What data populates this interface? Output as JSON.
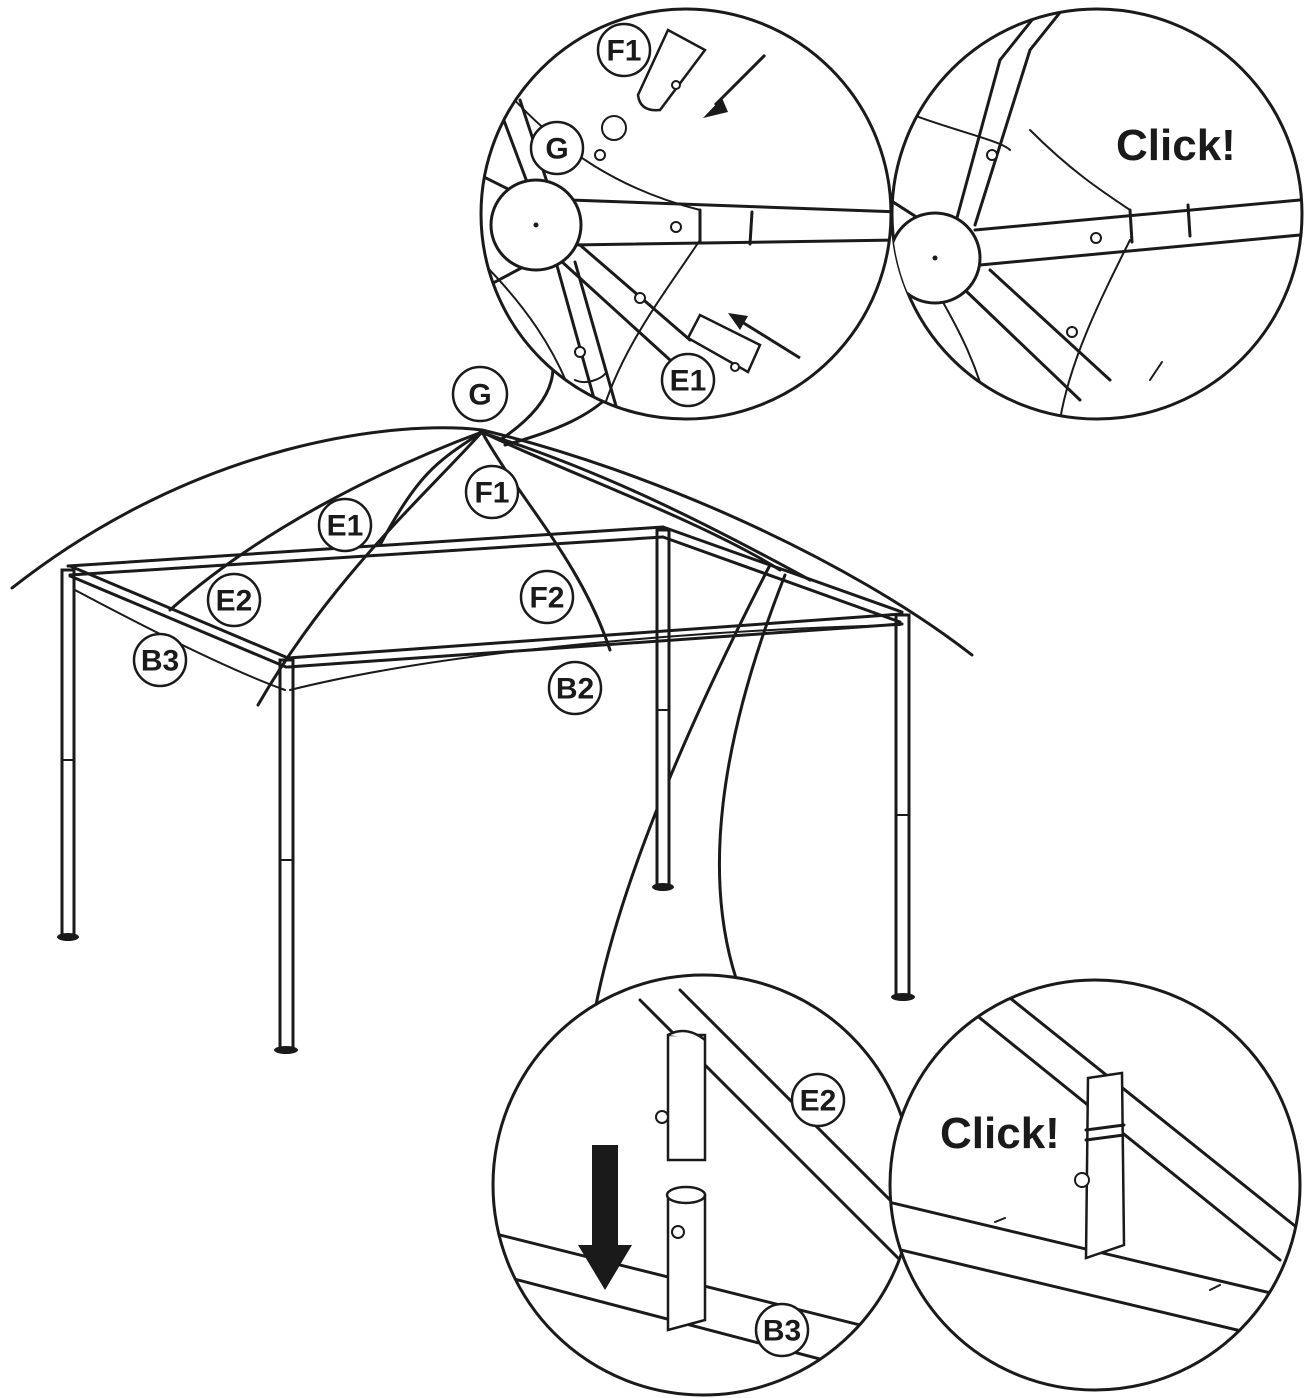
{
  "labels": {
    "hub_main": "G",
    "rafter_e1": "E1",
    "rafter_f1": "F1",
    "rafter_e2": "E2",
    "rafter_f2": "F2",
    "beam_b3": "B3",
    "beam_b2": "B2",
    "detail_f1": "F1",
    "detail_g": "G",
    "detail_e1": "E1",
    "detail_e2": "E2",
    "detail_b3": "B3"
  },
  "callouts": {
    "top_click": "Click!",
    "bottom_click": "Click!"
  },
  "colors": {
    "line": "#1a1a1a",
    "background": "#ffffff"
  }
}
